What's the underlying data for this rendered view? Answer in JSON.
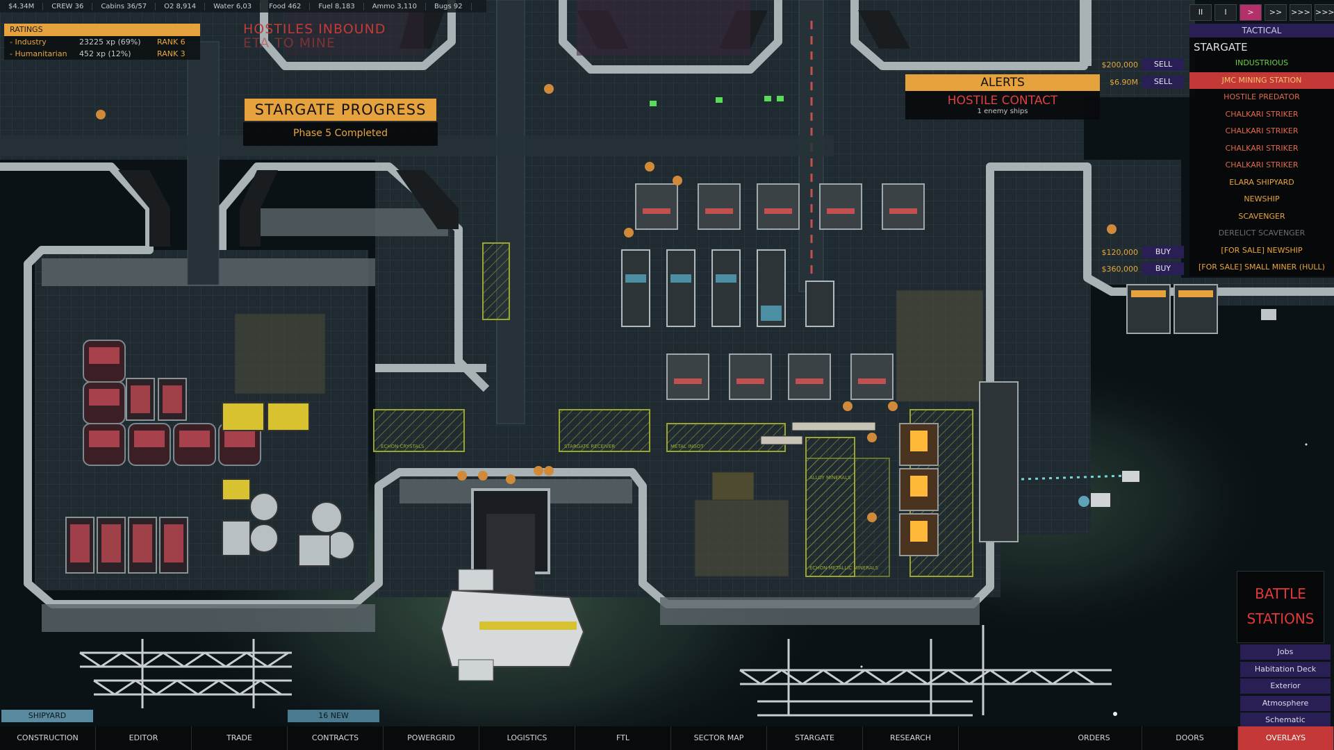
{
  "topbar": {
    "money": "$4.34M",
    "crew": "CREW 36",
    "cabins": "Cabins 36/57",
    "o2": "O2 8,914",
    "water": "Water 6,03",
    "food": "Food 462",
    "fuel": "Fuel 8,183",
    "ammo": "Ammo 3,110",
    "bugs": "Bugs 92"
  },
  "ratings": {
    "header": "RATINGS",
    "rows": [
      {
        "name": "- Industry",
        "xp": "23225 xp (69%)",
        "rank": "RANK 6"
      },
      {
        "name": "- Humanitarian",
        "xp": "452 xp (12%)",
        "rank": "RANK 3"
      }
    ]
  },
  "hostiles_msg": {
    "line1": "HOSTILES INBOUND",
    "line2": "ETA TO MINE"
  },
  "stargate_progress": {
    "title": "STARGATE PROGRESS",
    "status": "Phase 5 Completed"
  },
  "alerts": {
    "title": "ALERTS",
    "headline": "HOSTILE CONTACT",
    "sub": "1 enemy ships"
  },
  "speed": {
    "pause": "II",
    "stop": "I",
    "play": ">",
    "fast": ">>",
    "faster": ">>>",
    "fastest": ">>>>"
  },
  "tactical": {
    "header": "TACTICAL",
    "section": "STARGATE",
    "items": [
      {
        "label": "INDUSTRIOUS"
      },
      {
        "label": "JMC MINING STATION"
      },
      {
        "label": "HOSTILE PREDATOR"
      },
      {
        "label": "CHALKARI STRIKER"
      },
      {
        "label": "CHALKARI STRIKER"
      },
      {
        "label": "CHALKARI STRIKER"
      },
      {
        "label": "CHALKARI STRIKER"
      },
      {
        "label": "ELARA SHIPYARD"
      },
      {
        "label": "NEWSHIP"
      },
      {
        "label": "SCAVENGER"
      },
      {
        "label": "DERELICT SCAVENGER"
      },
      {
        "label": "[FOR SALE] NEWSHIP"
      },
      {
        "label": "[FOR SALE] SMALL MINER (HULL)"
      }
    ],
    "trades": [
      {
        "price": "$200,000",
        "action": "SELL"
      },
      {
        "price": "$6.90M",
        "action": "SELL"
      },
      {
        "price": "$120,000",
        "action": "BUY"
      },
      {
        "price": "$360,000",
        "action": "BUY"
      }
    ]
  },
  "battle": {
    "line1": "BATTLE",
    "line2": "STATIONS"
  },
  "overlay_menu": [
    "Jobs",
    "Habitation Deck",
    "Exterior",
    "Atmosphere",
    "Schematic"
  ],
  "bottom_tags": {
    "shipyard": "SHIPYARD",
    "new": "16 NEW"
  },
  "bottombar": {
    "tabs": [
      "CONSTRUCTION",
      "EDITOR",
      "TRADE",
      "CONTRACTS",
      "POWERGRID",
      "LOGISTICS",
      "FTL",
      "SECTOR MAP",
      "STARGATE",
      "RESEARCH"
    ],
    "right_tabs": [
      "ORDERS",
      "DOORS",
      "OVERLAYS"
    ]
  },
  "zone_labels": {
    "z1": "ECHON CRYSTALS",
    "z2": "STARGATE RECEIVER",
    "z3": "METAL INGOT",
    "z4": "ALLOY MINERALS",
    "z5": "ECHON METALLIC MINERALS"
  },
  "colors": {
    "accent": "#e6a23c",
    "alert_red": "#c53838",
    "button_purple": "#2a1f55",
    "hull_grey": "#9aa3a6",
    "floor": "#1e2a30"
  }
}
